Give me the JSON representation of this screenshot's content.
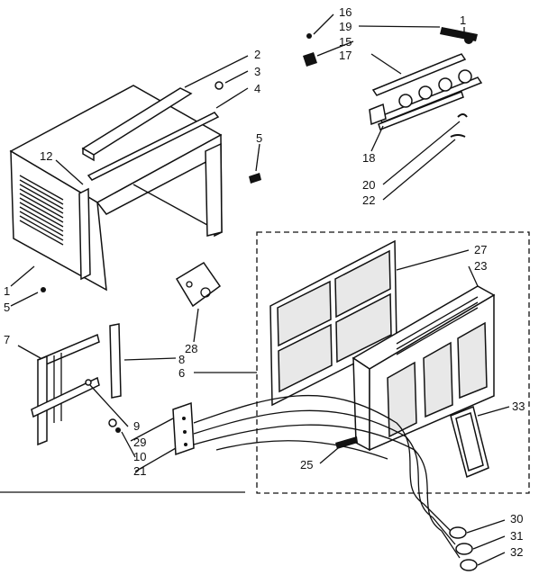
{
  "callouts": [
    {
      "id": "c16",
      "text": "16"
    },
    {
      "id": "c19",
      "text": "19"
    },
    {
      "id": "c15",
      "text": "15"
    },
    {
      "id": "c1r",
      "text": "1"
    },
    {
      "id": "c17",
      "text": "17"
    },
    {
      "id": "c2",
      "text": "2"
    },
    {
      "id": "c3",
      "text": "3"
    },
    {
      "id": "c4",
      "text": "4"
    },
    {
      "id": "c5a",
      "text": "5"
    },
    {
      "id": "c12",
      "text": "12"
    },
    {
      "id": "c18",
      "text": "18"
    },
    {
      "id": "c20",
      "text": "20"
    },
    {
      "id": "c22",
      "text": "22"
    },
    {
      "id": "c27",
      "text": "27"
    },
    {
      "id": "c23",
      "text": "23"
    },
    {
      "id": "c1",
      "text": "1"
    },
    {
      "id": "c5b",
      "text": "5"
    },
    {
      "id": "c7",
      "text": "7"
    },
    {
      "id": "c28",
      "text": "28"
    },
    {
      "id": "c8",
      "text": "8"
    },
    {
      "id": "c6",
      "text": "6"
    },
    {
      "id": "c9",
      "text": "9"
    },
    {
      "id": "c29",
      "text": "29"
    },
    {
      "id": "c10",
      "text": "10"
    },
    {
      "id": "c21",
      "text": "21"
    },
    {
      "id": "c33",
      "text": "33"
    },
    {
      "id": "c25",
      "text": "25"
    },
    {
      "id": "c30",
      "text": "30"
    },
    {
      "id": "c31",
      "text": "31"
    },
    {
      "id": "c32",
      "text": "32"
    }
  ]
}
